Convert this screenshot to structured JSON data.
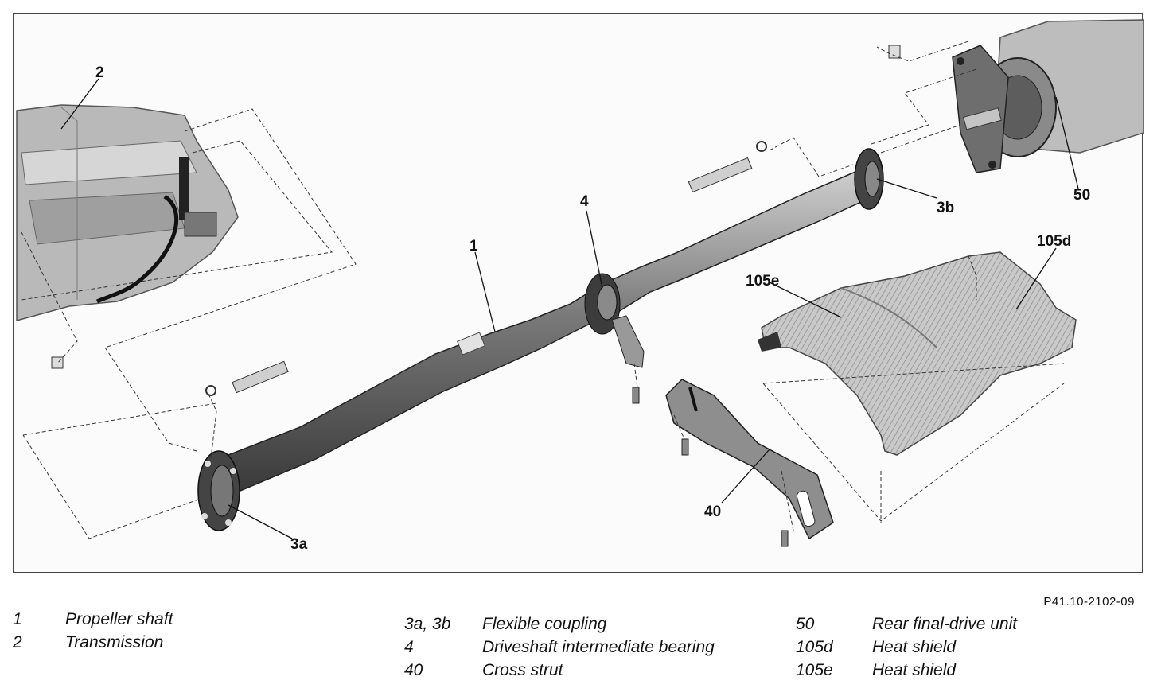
{
  "figure": {
    "reference": "P41.10-2102-09",
    "callouts": {
      "c1": "1",
      "c2": "2",
      "c3a": "3a",
      "c3b": "3b",
      "c4": "4",
      "c40": "40",
      "c50": "50",
      "c105d": "105d",
      "c105e": "105e"
    }
  },
  "legend": {
    "col1": [
      {
        "num": "1",
        "label": "Propeller shaft"
      },
      {
        "num": "2",
        "label": "Transmission"
      }
    ],
    "col2": [
      {
        "num": "3a, 3b",
        "label": "Flexible coupling"
      },
      {
        "num": "4",
        "label": "Driveshaft intermediate bearing"
      },
      {
        "num": "40",
        "label": "Cross strut"
      }
    ],
    "col3": [
      {
        "num": "50",
        "label": "Rear final-drive unit"
      },
      {
        "num": "105d",
        "label": "Heat shield"
      },
      {
        "num": "105e",
        "label": "Heat shield"
      }
    ]
  }
}
